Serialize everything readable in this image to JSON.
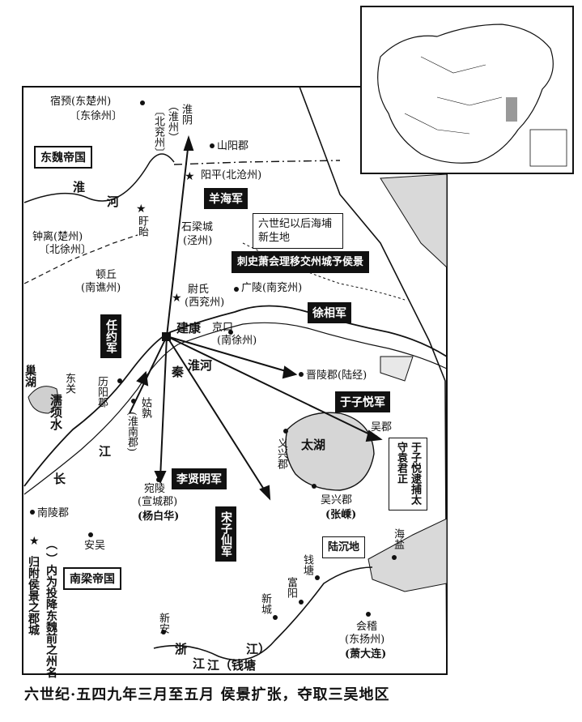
{
  "caption": "六世纪·五四九年三月至五月 侯景扩张，夺取三吴地区",
  "empires": {
    "east_wei": "东魏帝国",
    "south_liang": "南梁帝国"
  },
  "legend": {
    "star_text": "归附侯景之郡城",
    "paren_text": "（ ）内为投降东魏前之州名"
  },
  "rivers": {
    "huai_1": "淮",
    "huai_2": "河",
    "qinhuai_1": "秦",
    "qinhuai_2": "淮河",
    "chang_1": "长",
    "chang_2": "江",
    "ruxu": "濡须水",
    "zhe_1": "浙",
    "zhe_2": "江",
    "zhe_3": "江（钱塘",
    "zhe_4": "江）",
    "taihu": "太湖",
    "chaohu": "巢湖"
  },
  "places": {
    "suyu": "宿预(东楚州)",
    "suyu_old": "〔东徐州〕",
    "huaiyin": "淮阴",
    "huaiyin_old": "（淮州）",
    "huaiyin_old2": "〔北兖州〕",
    "shanyang": "山阳郡",
    "yangping": "阳平(北沧州)",
    "xuyi": "盱眙",
    "zhongli": "钟离(楚州)",
    "zhongli_old": "〔北徐州〕",
    "shiliang": "石梁城",
    "shiliang_sub": "(泾州)",
    "dunqiu": "顿丘",
    "dunqiu_sub": "(南谯州)",
    "weishi": "尉氏",
    "weishi_sub": "(西兖州)",
    "guangling": "广陵(南兖州)",
    "jiankang": "建康",
    "jingkou": "京口",
    "jingkou_sub": "(南徐州)",
    "dongguan": "东关",
    "liyang": "历阳郡",
    "gushu": "姑孰",
    "gushu_sub": "(淮南郡)",
    "jinling": "晋陵郡(陆经)",
    "wujun": "吴郡",
    "yixing": "义兴郡",
    "wanling": "宛陵",
    "wanling_sub": "(宣城郡)",
    "wanling_gov": "(杨白华)",
    "nanling": "南陵郡",
    "anwu": "安吴",
    "wuxing": "吴兴郡",
    "wuxing_gov": "(张嵊)",
    "haiyan": "海盐",
    "qiantang": "钱塘",
    "fuyang": "富阳",
    "xincheng": "新城",
    "xinan": "新安",
    "kuaiji": "会稽",
    "kuaiji_sub": "(东扬州)",
    "kuaiji_gov": "(萧大连)"
  },
  "armies": {
    "yanghai": "羊海军",
    "renyue": "任约军",
    "xuxiang": "徐相军",
    "yuziyue": "于子悦军",
    "lixianming": "李贤明军",
    "songzixian": "宋子仙军"
  },
  "callouts": {
    "newland": "六世纪以后海埔新生地",
    "xiaohui": "刺史萧会理移交州城予侯景",
    "sink": "陆沉地",
    "wujun_note": "于子悦逮捕太守袁君正"
  }
}
